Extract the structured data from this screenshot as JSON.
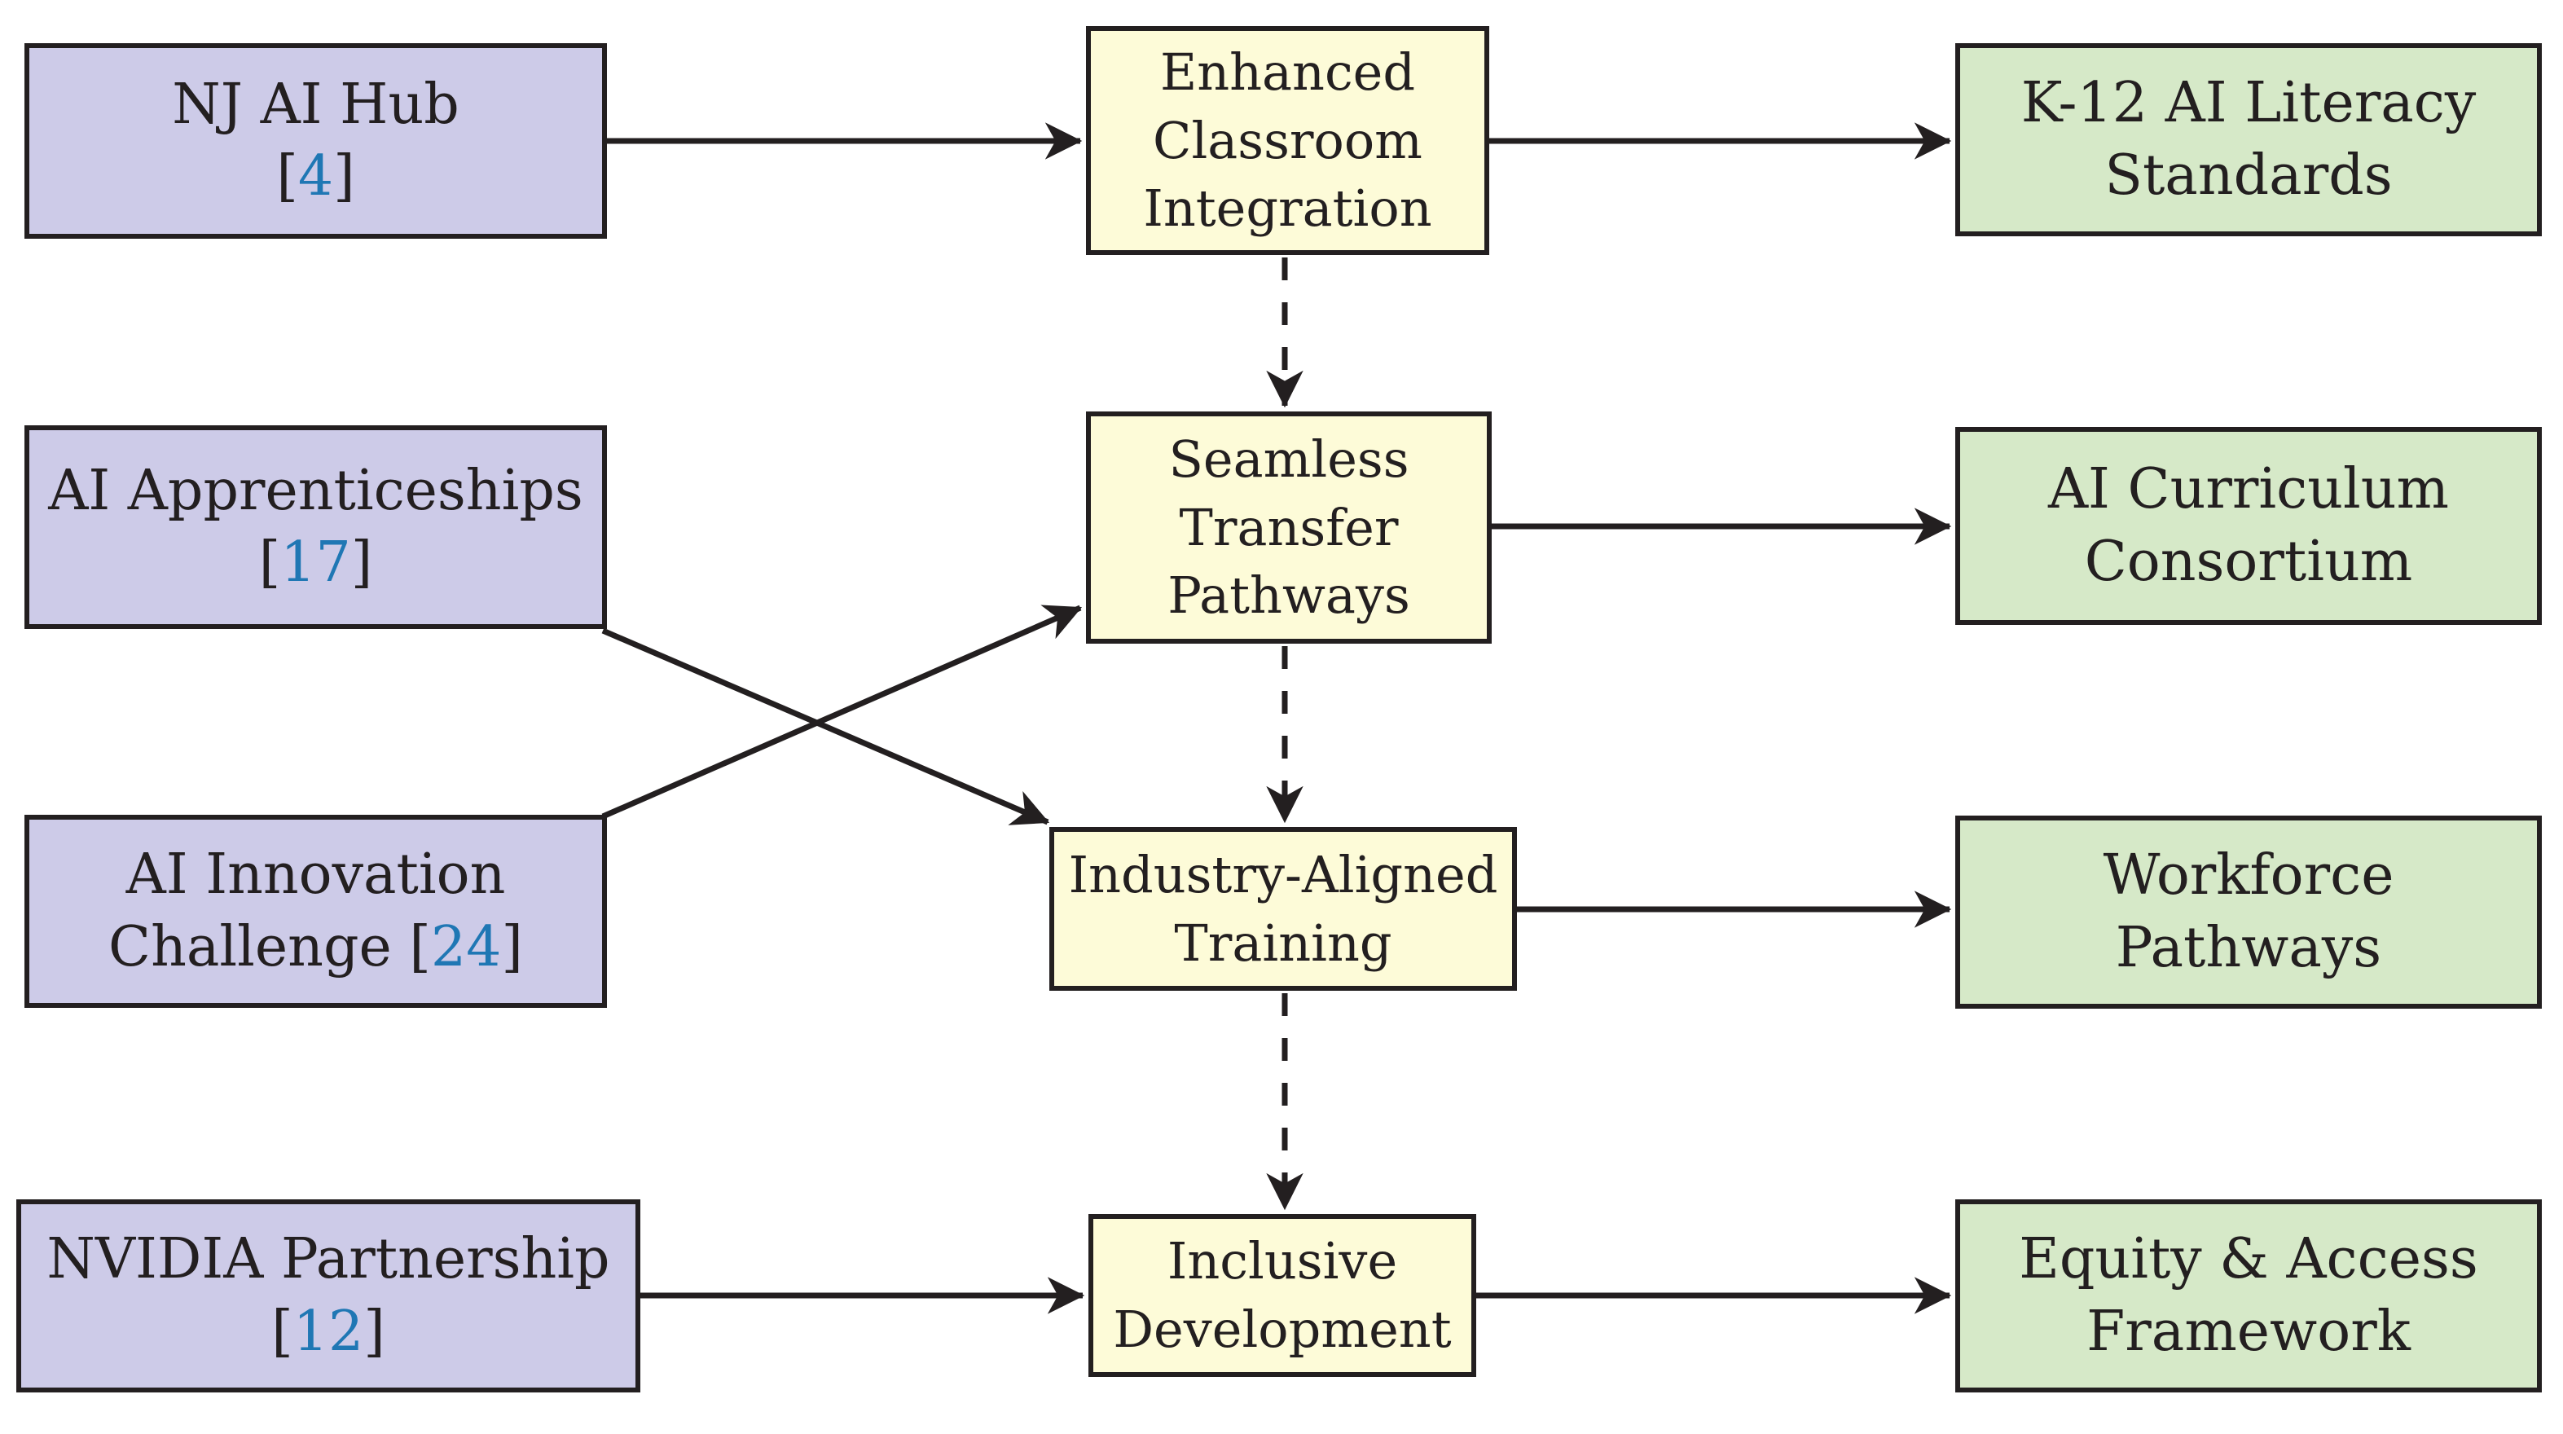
{
  "palette": {
    "source_fill": "#cdcbe8",
    "process_fill": "#fdfbd8",
    "outcome_fill": "#d6e9c8",
    "border_and_arrow": "#231f20",
    "citation_blue": "#1f77b4",
    "background": "#ffffff"
  },
  "nodes": {
    "nj_ai_hub": {
      "title": "NJ AI Hub",
      "cite_open": "[",
      "cite_num": "4",
      "cite_close": "]"
    },
    "ai_apprenticeships": {
      "title": "AI Apprenticeships",
      "cite_open": "[",
      "cite_num": "17",
      "cite_close": "]"
    },
    "ai_innovation_challenge": {
      "title": "AI Innovation",
      "cite_prefix": "Challenge ",
      "cite_open": "[",
      "cite_num": "24",
      "cite_close": "]"
    },
    "nvidia_partnership": {
      "title": "NVIDIA Partnership",
      "cite_open": "[",
      "cite_num": "12",
      "cite_close": "]"
    },
    "enhanced_classroom_integration": {
      "line1": "Enhanced",
      "line2": "Classroom",
      "line3": "Integration"
    },
    "seamless_transfer_pathways": {
      "line1": "Seamless",
      "line2": "Transfer",
      "line3": "Pathways"
    },
    "industry_aligned_training": {
      "line1": "Industry-Aligned",
      "line2": "Training"
    },
    "inclusive_development": {
      "line1": "Inclusive",
      "line2": "Development"
    },
    "k12_ai_literacy_standards": {
      "line1": "K-12 AI Literacy",
      "line2": "Standards"
    },
    "ai_curriculum_consortium": {
      "line1": "AI Curriculum",
      "line2": "Consortium"
    },
    "workforce_pathways": {
      "line1": "Workforce",
      "line2": "Pathways"
    },
    "equity_access_framework": {
      "line1": "Equity & Access",
      "line2": "Framework"
    }
  },
  "edges": [
    {
      "from": "NJ AI Hub",
      "to": "Enhanced Classroom Integration",
      "style": "solid"
    },
    {
      "from": "Enhanced Classroom Integration",
      "to": "K-12 AI Literacy Standards",
      "style": "solid"
    },
    {
      "from": "Enhanced Classroom Integration",
      "to": "Seamless Transfer Pathways",
      "style": "dashed"
    },
    {
      "from": "AI Apprenticeships",
      "to": "Industry-Aligned Training",
      "style": "solid"
    },
    {
      "from": "AI Innovation Challenge",
      "to": "Seamless Transfer Pathways",
      "style": "solid"
    },
    {
      "from": "Seamless Transfer Pathways",
      "to": "AI Curriculum Consortium",
      "style": "solid"
    },
    {
      "from": "Seamless Transfer Pathways",
      "to": "Industry-Aligned Training",
      "style": "dashed"
    },
    {
      "from": "Industry-Aligned Training",
      "to": "Workforce Pathways",
      "style": "solid"
    },
    {
      "from": "Industry-Aligned Training",
      "to": "Inclusive Development",
      "style": "dashed"
    },
    {
      "from": "NVIDIA Partnership",
      "to": "Inclusive Development",
      "style": "solid"
    },
    {
      "from": "Inclusive Development",
      "to": "Equity & Access Framework",
      "style": "solid"
    }
  ]
}
